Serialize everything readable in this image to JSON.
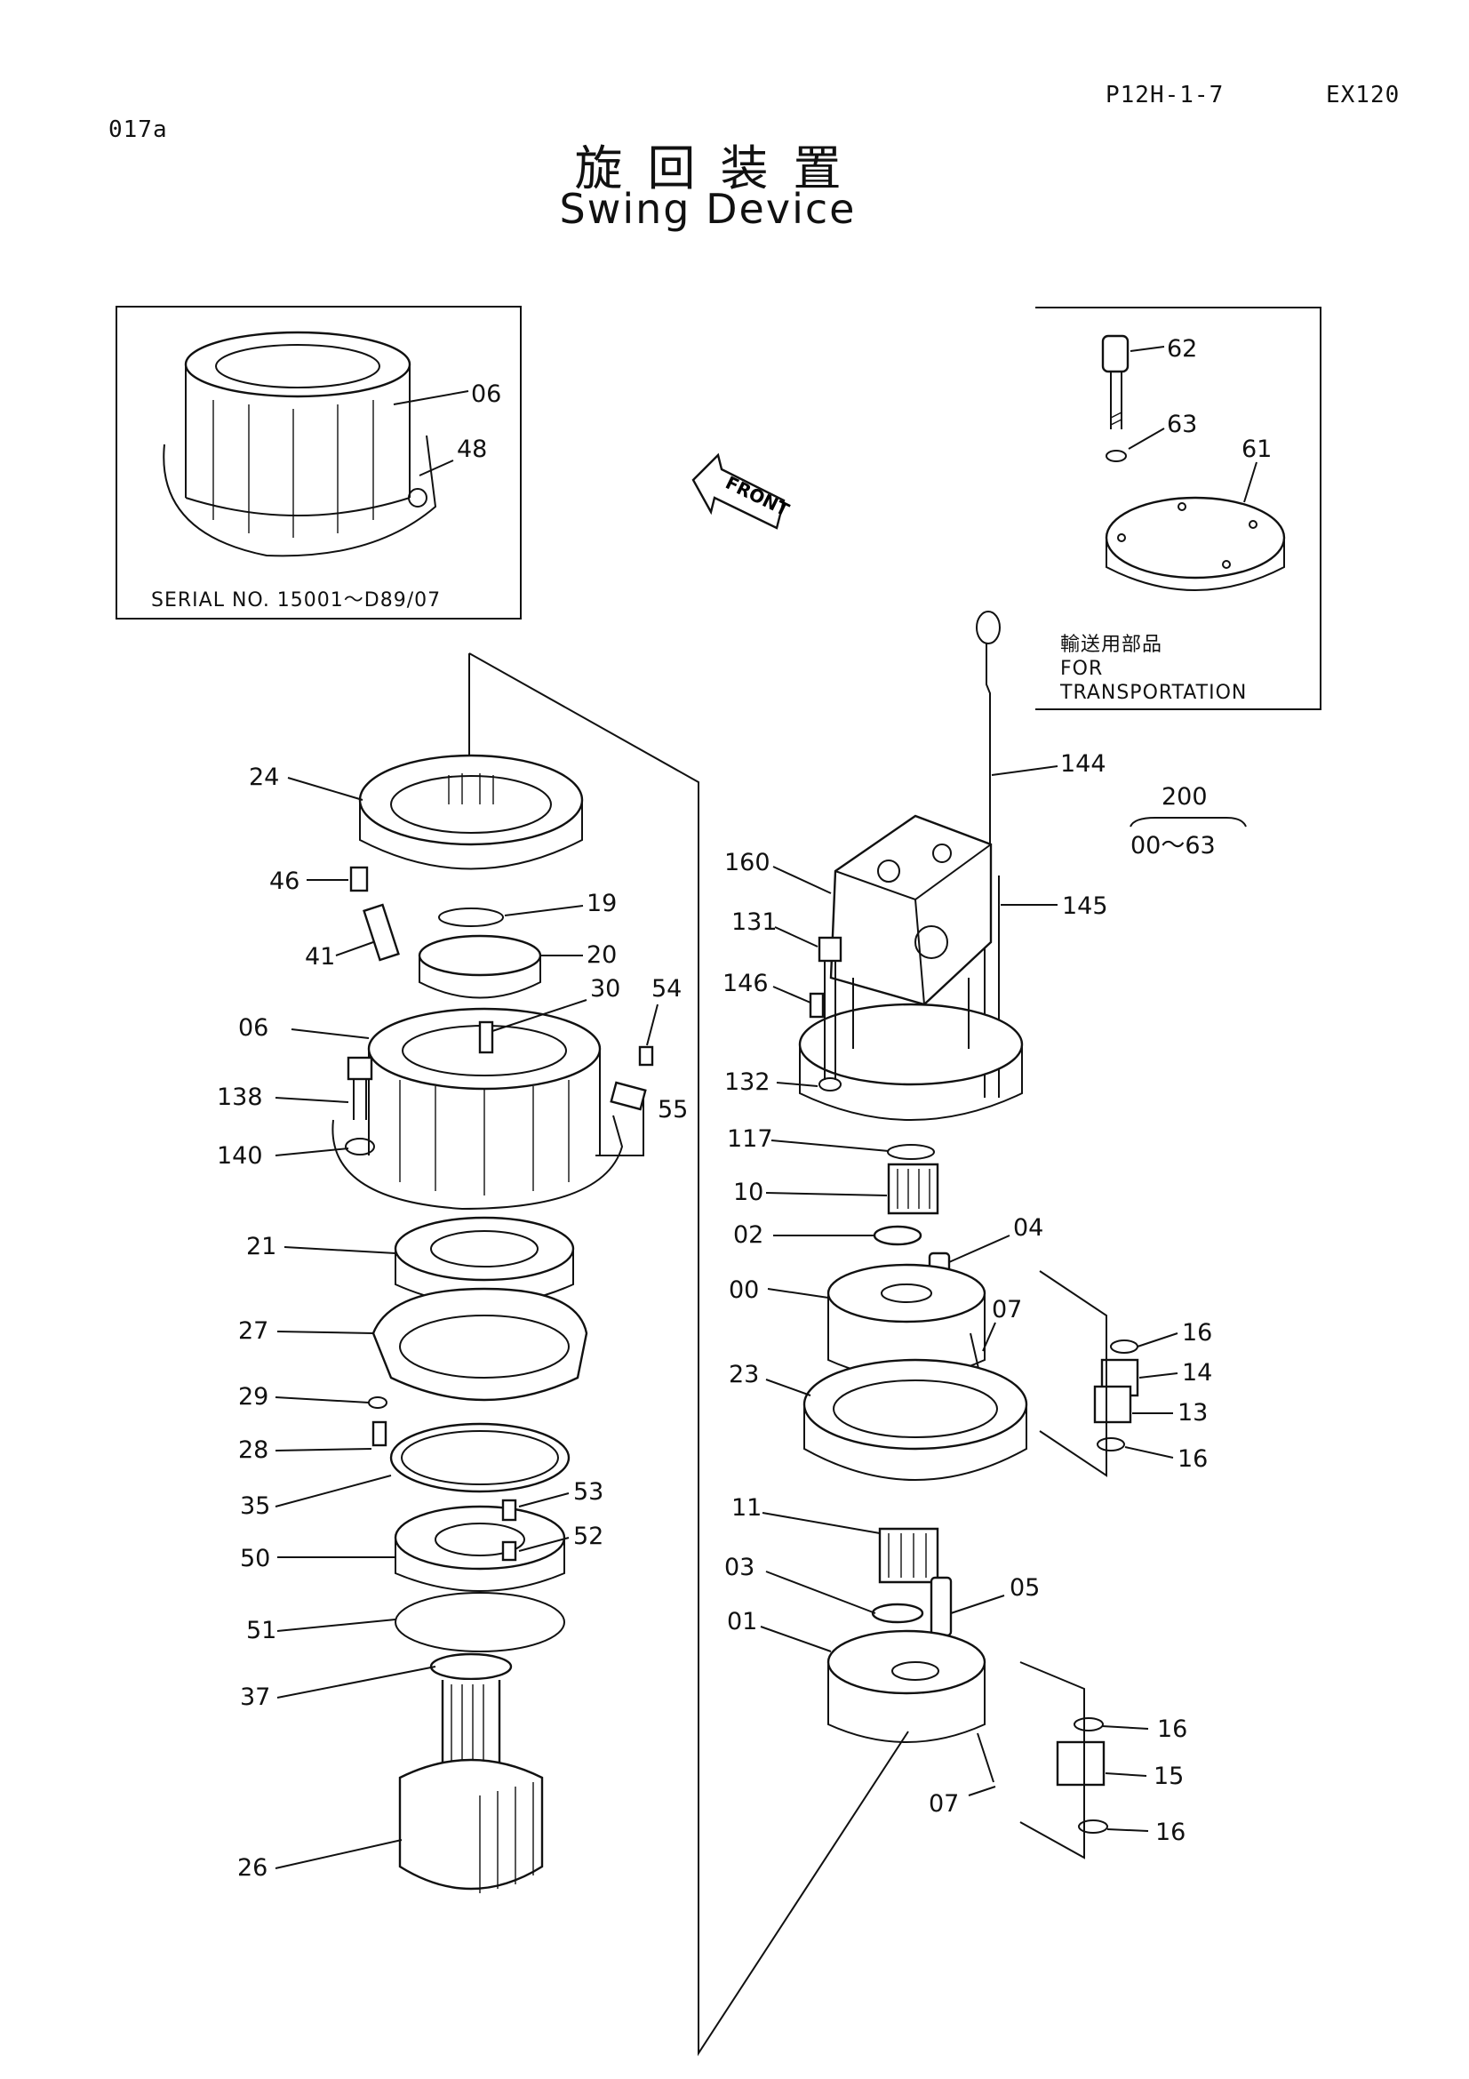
{
  "header": {
    "code": "017a",
    "page_ref": "P12H-1-7",
    "model": "EX120",
    "title_jp": "旋回装置",
    "title_en": "Swing Device"
  },
  "inset_serial": {
    "serial_label": "SERIAL NO. 15001～D89/07",
    "labels": {
      "p06": "06",
      "p48": "48"
    }
  },
  "inset_transport": {
    "jp": "輸送用部品",
    "en_line1": "FOR",
    "en_line2": "TRANSPORTATION",
    "labels": {
      "p62": "62",
      "p63": "63",
      "p61": "61"
    }
  },
  "front_label": "FRONT",
  "assembly": {
    "number": "200",
    "range": "00～63"
  },
  "part_labels": {
    "p24": "24",
    "p46": "46",
    "p41": "41",
    "p19": "19",
    "p20": "20",
    "p30": "30",
    "p54": "54",
    "p06": "06",
    "p138": "138",
    "p140": "140",
    "p55": "55",
    "p21": "21",
    "p27": "27",
    "p29": "29",
    "p28": "28",
    "p35": "35",
    "p53": "53",
    "p52": "52",
    "p50": "50",
    "p51": "51",
    "p37": "37",
    "p26": "26",
    "p144": "144",
    "p160": "160",
    "p145": "145",
    "p131": "131",
    "p146": "146",
    "p132": "132",
    "p117": "117",
    "p10": "10",
    "p02": "02",
    "p04": "04",
    "p00": "00",
    "p07a": "07",
    "p16a": "16",
    "p14": "14",
    "p23": "23",
    "p13": "13",
    "p16b": "16",
    "p11": "11",
    "p03": "03",
    "p05": "05",
    "p01": "01",
    "p16c": "16",
    "p15": "15",
    "p16d": "16",
    "p07b": "07"
  }
}
